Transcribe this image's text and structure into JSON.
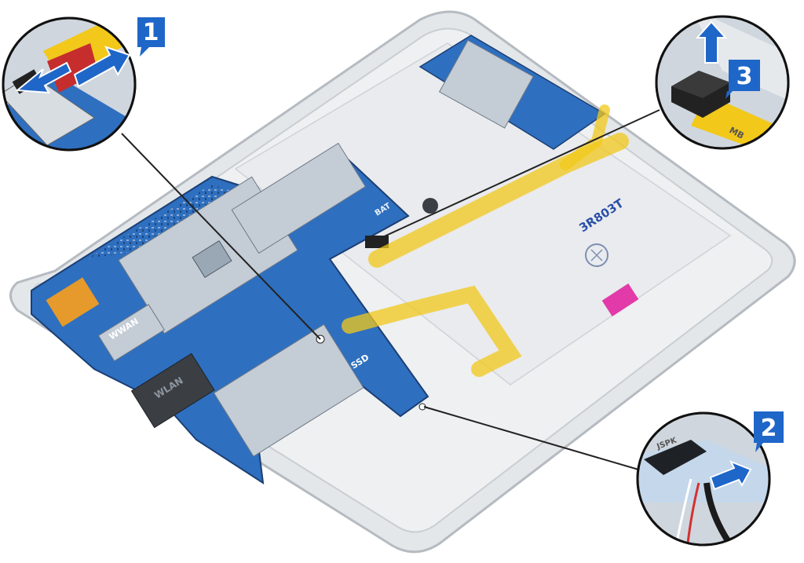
{
  "figure": {
    "steps": [
      {
        "number": "1",
        "action": "disconnect flex cable from connector latch"
      },
      {
        "number": "2",
        "action": "disconnect speaker cable"
      },
      {
        "number": "3",
        "action": "lift battery cable connector"
      }
    ],
    "board_labels": {
      "wwan_card": "WWAN",
      "wlan_card": "WLAN",
      "ssd_card": "SSD",
      "speaker_connector": "JSPK",
      "battery_connector": "BAT",
      "flex_cable_end": "MB",
      "battery_serial": "3R803T"
    },
    "colors": {
      "step_badge": "#1f66c9",
      "arrow_fill": "#1f66c9",
      "board_blue": "#2e6fbf",
      "flex_yellow": "#f2c81a",
      "shield_silver": "#c4ccd6",
      "chassis_gray": "#e6e9ec",
      "leader_line": "#222222",
      "magenta_tape": "#e23aa8"
    }
  }
}
